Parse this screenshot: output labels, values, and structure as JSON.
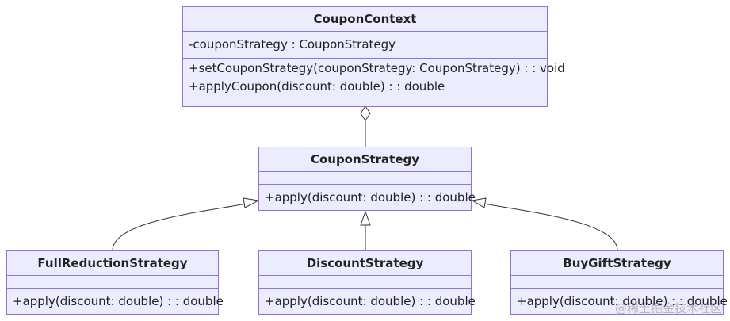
{
  "classes": {
    "context": {
      "name": "CouponContext",
      "attributes": [
        "-couponStrategy : CouponStrategy"
      ],
      "methods": [
        "+setCouponStrategy(couponStrategy: CouponStrategy) : : void",
        "+applyCoupon(discount: double) : : double"
      ]
    },
    "strategy": {
      "name": "CouponStrategy",
      "methods": [
        "+apply(discount: double) : : double"
      ]
    },
    "full_reduction": {
      "name": "FullReductionStrategy",
      "methods": [
        "+apply(discount: double) : : double"
      ]
    },
    "discount": {
      "name": "DiscountStrategy",
      "methods": [
        "+apply(discount: double) : : double"
      ]
    },
    "buy_gift": {
      "name": "BuyGiftStrategy",
      "methods": [
        "+apply(discount: double) : : double"
      ]
    }
  },
  "relations": [
    {
      "type": "aggregation",
      "from": "CouponContext",
      "to": "CouponStrategy"
    },
    {
      "type": "inheritance",
      "from": "FullReductionStrategy",
      "to": "CouponStrategy"
    },
    {
      "type": "inheritance",
      "from": "DiscountStrategy",
      "to": "CouponStrategy"
    },
    {
      "type": "inheritance",
      "from": "BuyGiftStrategy",
      "to": "CouponStrategy"
    }
  ],
  "watermark": "@稀土掘金技术社区",
  "colors": {
    "box_fill": "#ececff",
    "box_border": "#9370db",
    "line": "#333333"
  }
}
